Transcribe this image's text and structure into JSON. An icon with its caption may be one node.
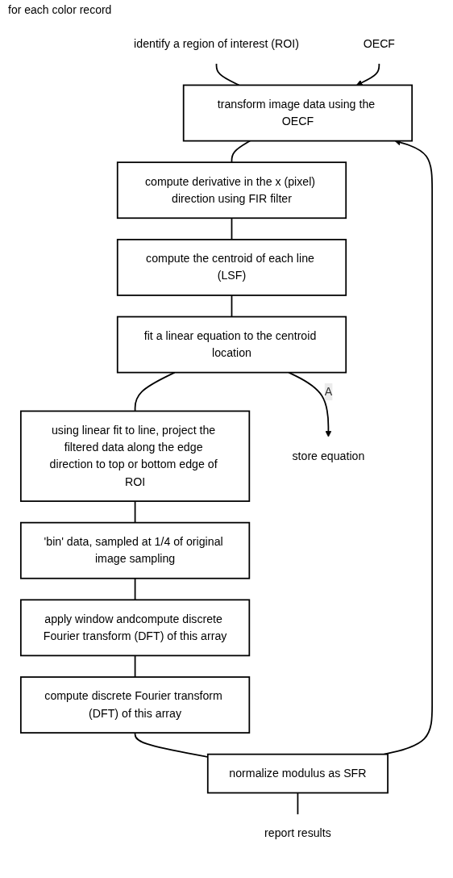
{
  "diagram": {
    "nodes": [
      {
        "text": [
          "identify a region of interest (ROI)"
        ]
      },
      {
        "text": [
          "transform image data using the OECF"
        ]
      },
      {
        "text": [
          "compute derivative in the x (pixel) direction using FIR filter"
        ]
      },
      {
        "text": [
          "compute the centroid of each line (LSF)"
        ]
      },
      {
        "text": [
          "fit a linear equation to the centroid location"
        ]
      },
      {
        "text": [
          "using linear fit to line, project the filtered data along the edge direction to top or bottom edge of ROI"
        ]
      },
      {
        "text": [
          "'bin' data, sampled at 1/4 of original image sampling"
        ]
      },
      {
        "text": [
          "apply window andcompute discrete Fourier transform (DFT) of this array"
        ]
      },
      {
        "text": [
          "compute discrete Fourier transform (DFT) of this array"
        ]
      },
      {
        "text": [
          "normalize modulus as SFR"
        ]
      },
      {
        "text": [
          "report results"
        ]
      },
      {
        "text": [
          "OECF"
        ]
      },
      {
        "text": [
          "store equation"
        ]
      }
    ],
    "edges": [
      {
        "from": 0,
        "to": 1,
        "arrow": "none"
      },
      {
        "from": 1,
        "to": 2,
        "arrow": "none"
      },
      {
        "from": 2,
        "to": 3,
        "arrow": "none"
      },
      {
        "from": 3,
        "to": 4,
        "arrow": "none"
      },
      {
        "from": 4,
        "to": 5,
        "arrow": "none"
      },
      {
        "from": 5,
        "to": 6,
        "arrow": "none"
      },
      {
        "from": 6,
        "to": 7,
        "arrow": "none"
      },
      {
        "from": 7,
        "to": 8,
        "arrow": "none"
      },
      {
        "from": 8,
        "to": 9,
        "arrow": "none"
      },
      {
        "from": 9,
        "to": 10,
        "arrow": "none"
      },
      {
        "from": 9,
        "to": 1,
        "arrow": "to"
      },
      {
        "from": 11,
        "to": 1,
        "arrow": "to"
      },
      {
        "from": 4,
        "to": 12,
        "label": "A",
        "arrow": "to"
      }
    ],
    "labels": [
      "for each color record"
    ]
  }
}
